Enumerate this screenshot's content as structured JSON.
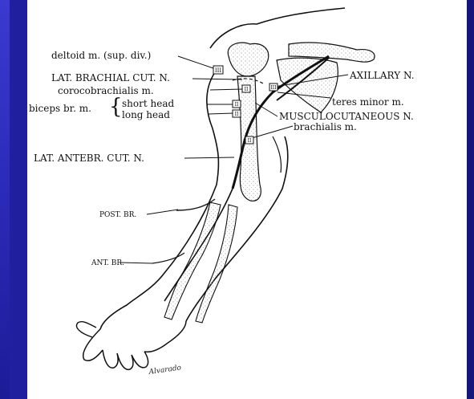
{
  "labels": {
    "deltoid": "deltoid m. (sup. div.)",
    "lat_brachial": "LAT. BRACHIAL CUT. N.",
    "coracobrachialis": "corocobrachialis m.",
    "biceps": "biceps br. m.",
    "short_head": "short head",
    "long_head": "long head",
    "lat_antebr": "LAT. ANTEBR. CUT. N.",
    "axillary": "AXILLARY N.",
    "teres_minor": "teres minor m.",
    "musculocutaneous": "MUSCULOCUTANEOUS N.",
    "brachialis": "brachialis m.",
    "post_br": "POST. BR.",
    "ant_br": "ANT. BR.",
    "signature": "Alvarado"
  },
  "markers": {
    "deltoid": "III",
    "coracobrachialis": "II",
    "short_head": "II",
    "long_head": "II",
    "brachialis": "II",
    "teres_minor": "III"
  },
  "colors": {
    "slide_bg": "#1a1a8c",
    "panel": "#ffffff",
    "ink": "#111111",
    "stipple": "#cfcfcf"
  }
}
